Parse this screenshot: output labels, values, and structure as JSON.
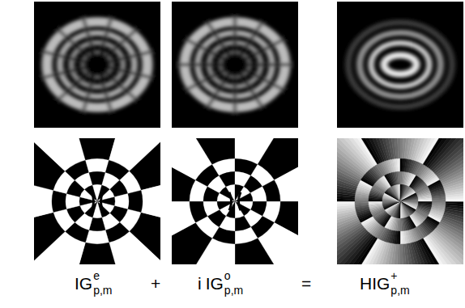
{
  "diagram": {
    "labels": [
      "IG",
      "e",
      "p,m",
      "+",
      "i",
      "IG",
      "o",
      "p,m",
      "=",
      "HIG",
      "+",
      "p,m"
    ]
  }
}
